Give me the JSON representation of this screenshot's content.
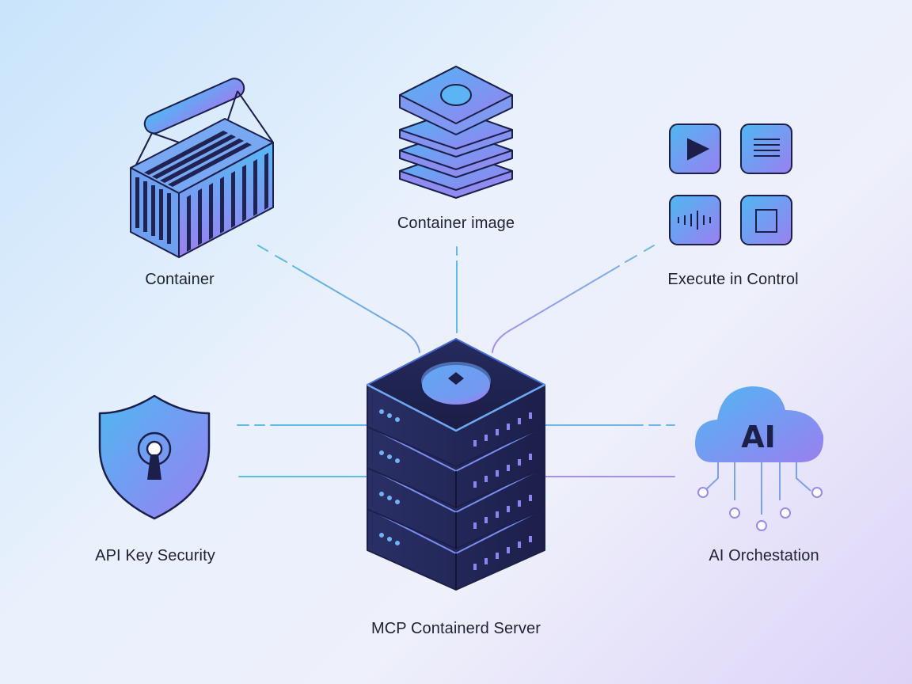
{
  "diagram": {
    "center": {
      "label": "MCP Containerd Server"
    },
    "nodes": [
      {
        "id": "container",
        "label": "Container",
        "icon": "shipping-container-icon"
      },
      {
        "id": "container-image",
        "label": "Container image",
        "icon": "layer-stack-icon"
      },
      {
        "id": "execute",
        "label": "Execute in Control",
        "icon": "control-grid-icon"
      },
      {
        "id": "security",
        "label": "API Key Security",
        "icon": "shield-keyhole-icon"
      },
      {
        "id": "ai",
        "label": "AI Orchestation",
        "icon": "ai-cloud-icon",
        "icon_text": "AI"
      }
    ]
  },
  "colors": {
    "accent_blue": "#4fb7f3",
    "accent_purple": "#9a7ff0",
    "server_dark": "#1c1f4a",
    "connector_blue": "#5bbde8",
    "connector_purple": "#a68ef0"
  }
}
